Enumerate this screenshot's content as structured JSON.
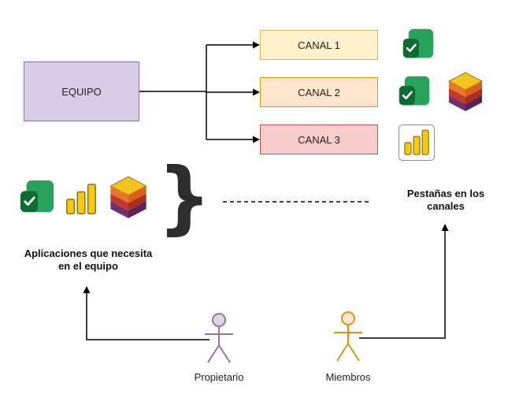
{
  "diagram": {
    "team": {
      "label": "EQUIPO"
    },
    "channels": [
      {
        "label": "CANAL 1"
      },
      {
        "label": "CANAL 2"
      },
      {
        "label": "CANAL 3"
      }
    ],
    "apps_caption": "Aplicaciones que necesita en el equipo",
    "tabs_caption": "Pestañas en los canales",
    "brace": "}",
    "actors": {
      "owner": "Propietario",
      "members": "Miembros"
    },
    "icons": {
      "planner": "planner-icon",
      "powerbi": "power-bi-icon",
      "cube": "app-cube-icon"
    },
    "colors": {
      "team_fill": "#d8cde6",
      "team_border": "#9673a6",
      "canal1_fill": "#fff2cc",
      "canal1_border": "#d6b656",
      "canal2_fill": "#ffe6cc",
      "canal2_border": "#d79b00",
      "canal3_fill": "#f8cecc",
      "canal3_border": "#b85450",
      "planner_green": "#28a35c",
      "planner_dark_green": "#0e6b34",
      "powerbi_yellow": "#f7c913",
      "owner_purple": "#9673a6",
      "members_orange": "#e0930f",
      "connector_black": "#000000"
    }
  }
}
